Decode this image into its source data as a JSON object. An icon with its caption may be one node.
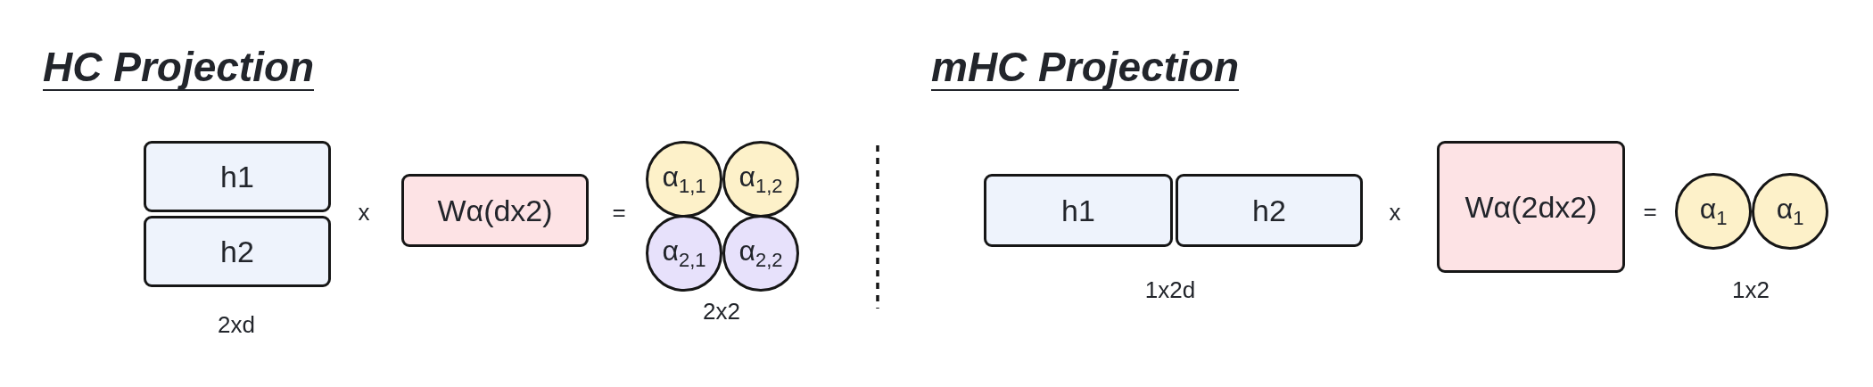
{
  "diagram": {
    "nodes": [
      {
        "text": [
          "h1"
        ]
      },
      {
        "text": [
          "h2"
        ]
      },
      {
        "text": [
          "Wα(dx2)"
        ]
      },
      {
        "text": [
          "α$_{1,1}$"
        ]
      },
      {
        "text": [
          "α$_{1,2}$"
        ]
      },
      {
        "text": [
          "α$_{2,1}$"
        ]
      },
      {
        "text": [
          "α$_{2,2}$"
        ]
      },
      {
        "text": [
          "h1"
        ]
      },
      {
        "text": [
          "h2"
        ]
      },
      {
        "text": [
          "Wα(2dx2)"
        ]
      },
      {
        "text": [
          "α$_{1}$"
        ]
      },
      {
        "text": [
          "α$_{1}$"
        ]
      }
    ],
    "labels": [
      "HC Projection",
      "x",
      "=",
      "2xd",
      "2x2",
      "mHC Projection",
      "x",
      "=",
      "1x2d",
      "1x2"
    ]
  }
}
